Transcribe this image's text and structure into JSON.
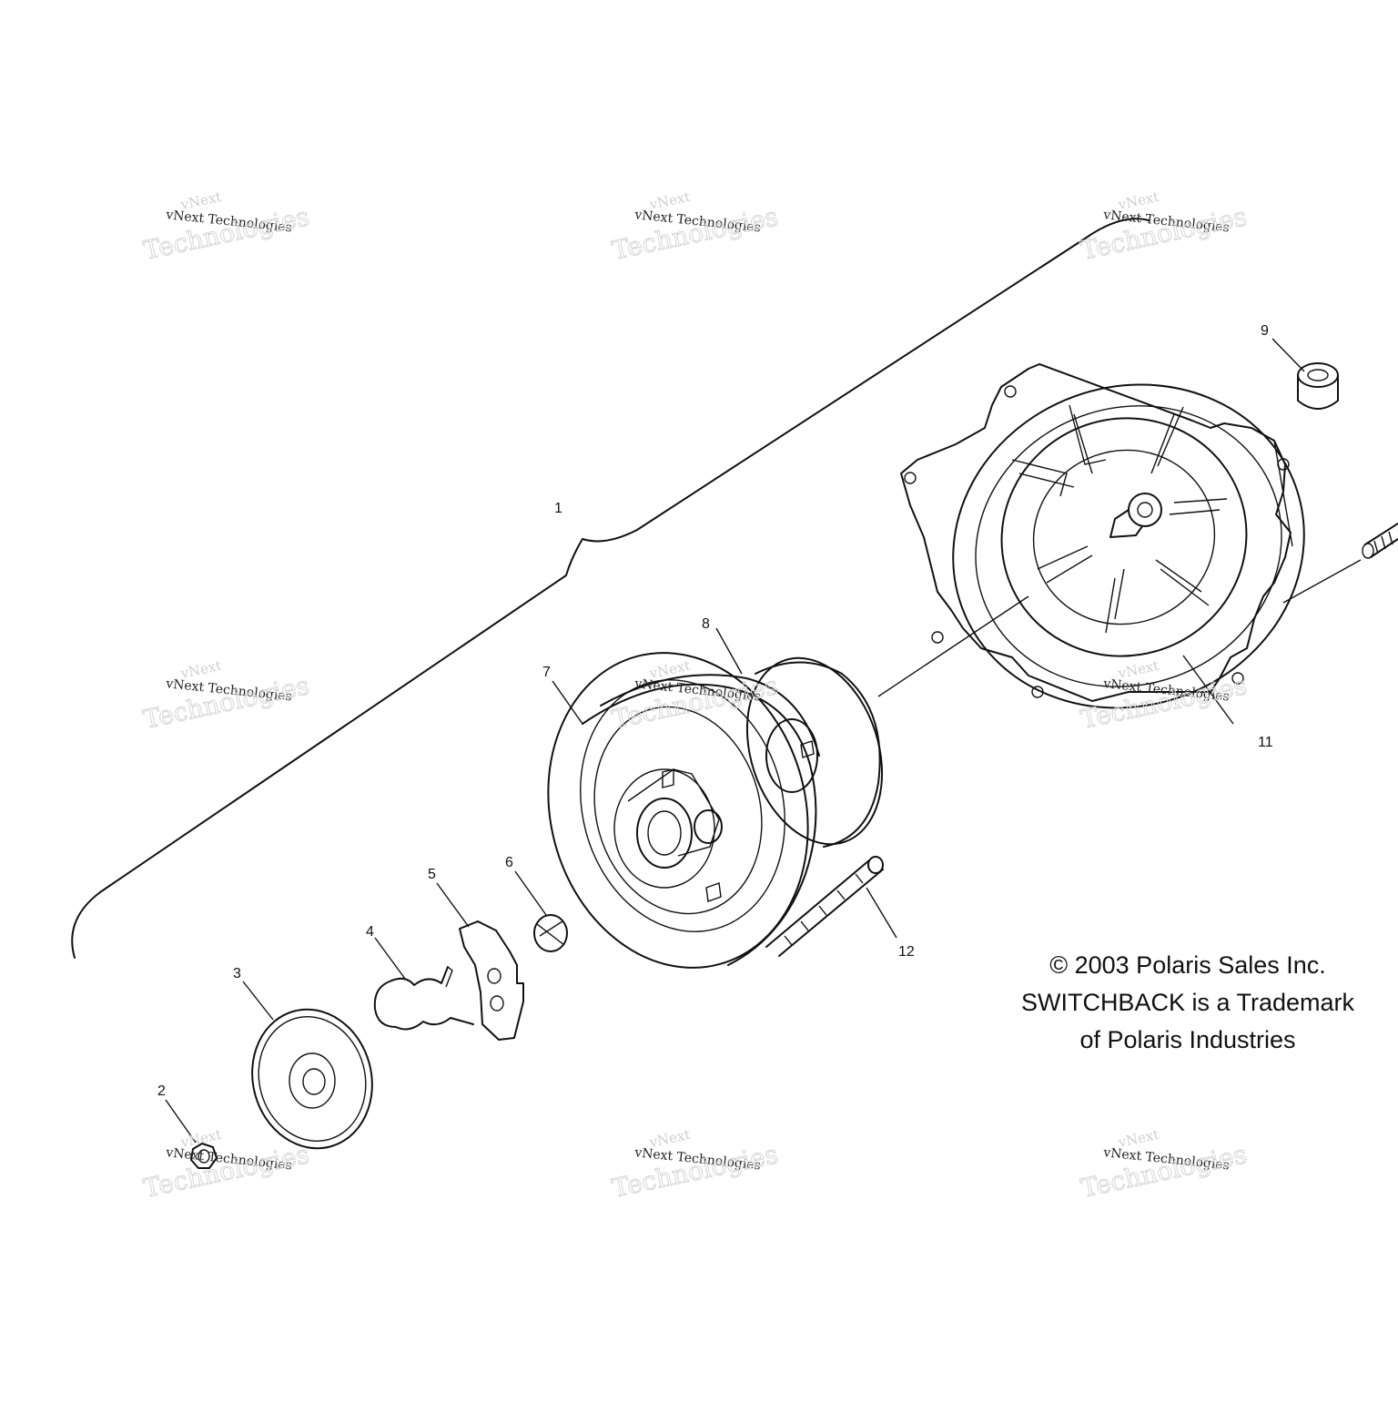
{
  "callouts": {
    "c1": "1",
    "c2": "2",
    "c3": "3",
    "c4": "4",
    "c5": "5",
    "c6": "6",
    "c7": "7",
    "c8": "8",
    "c9": "9",
    "c11": "11",
    "c12": "12"
  },
  "copyright": {
    "line1": "© 2003 Polaris Sales Inc.",
    "line2": "SWITCHBACK is a Trademark",
    "line3": "of Polaris Industries"
  },
  "watermark": {
    "small": "vNext Technologies",
    "top": "vNext",
    "large": "Technologies"
  }
}
